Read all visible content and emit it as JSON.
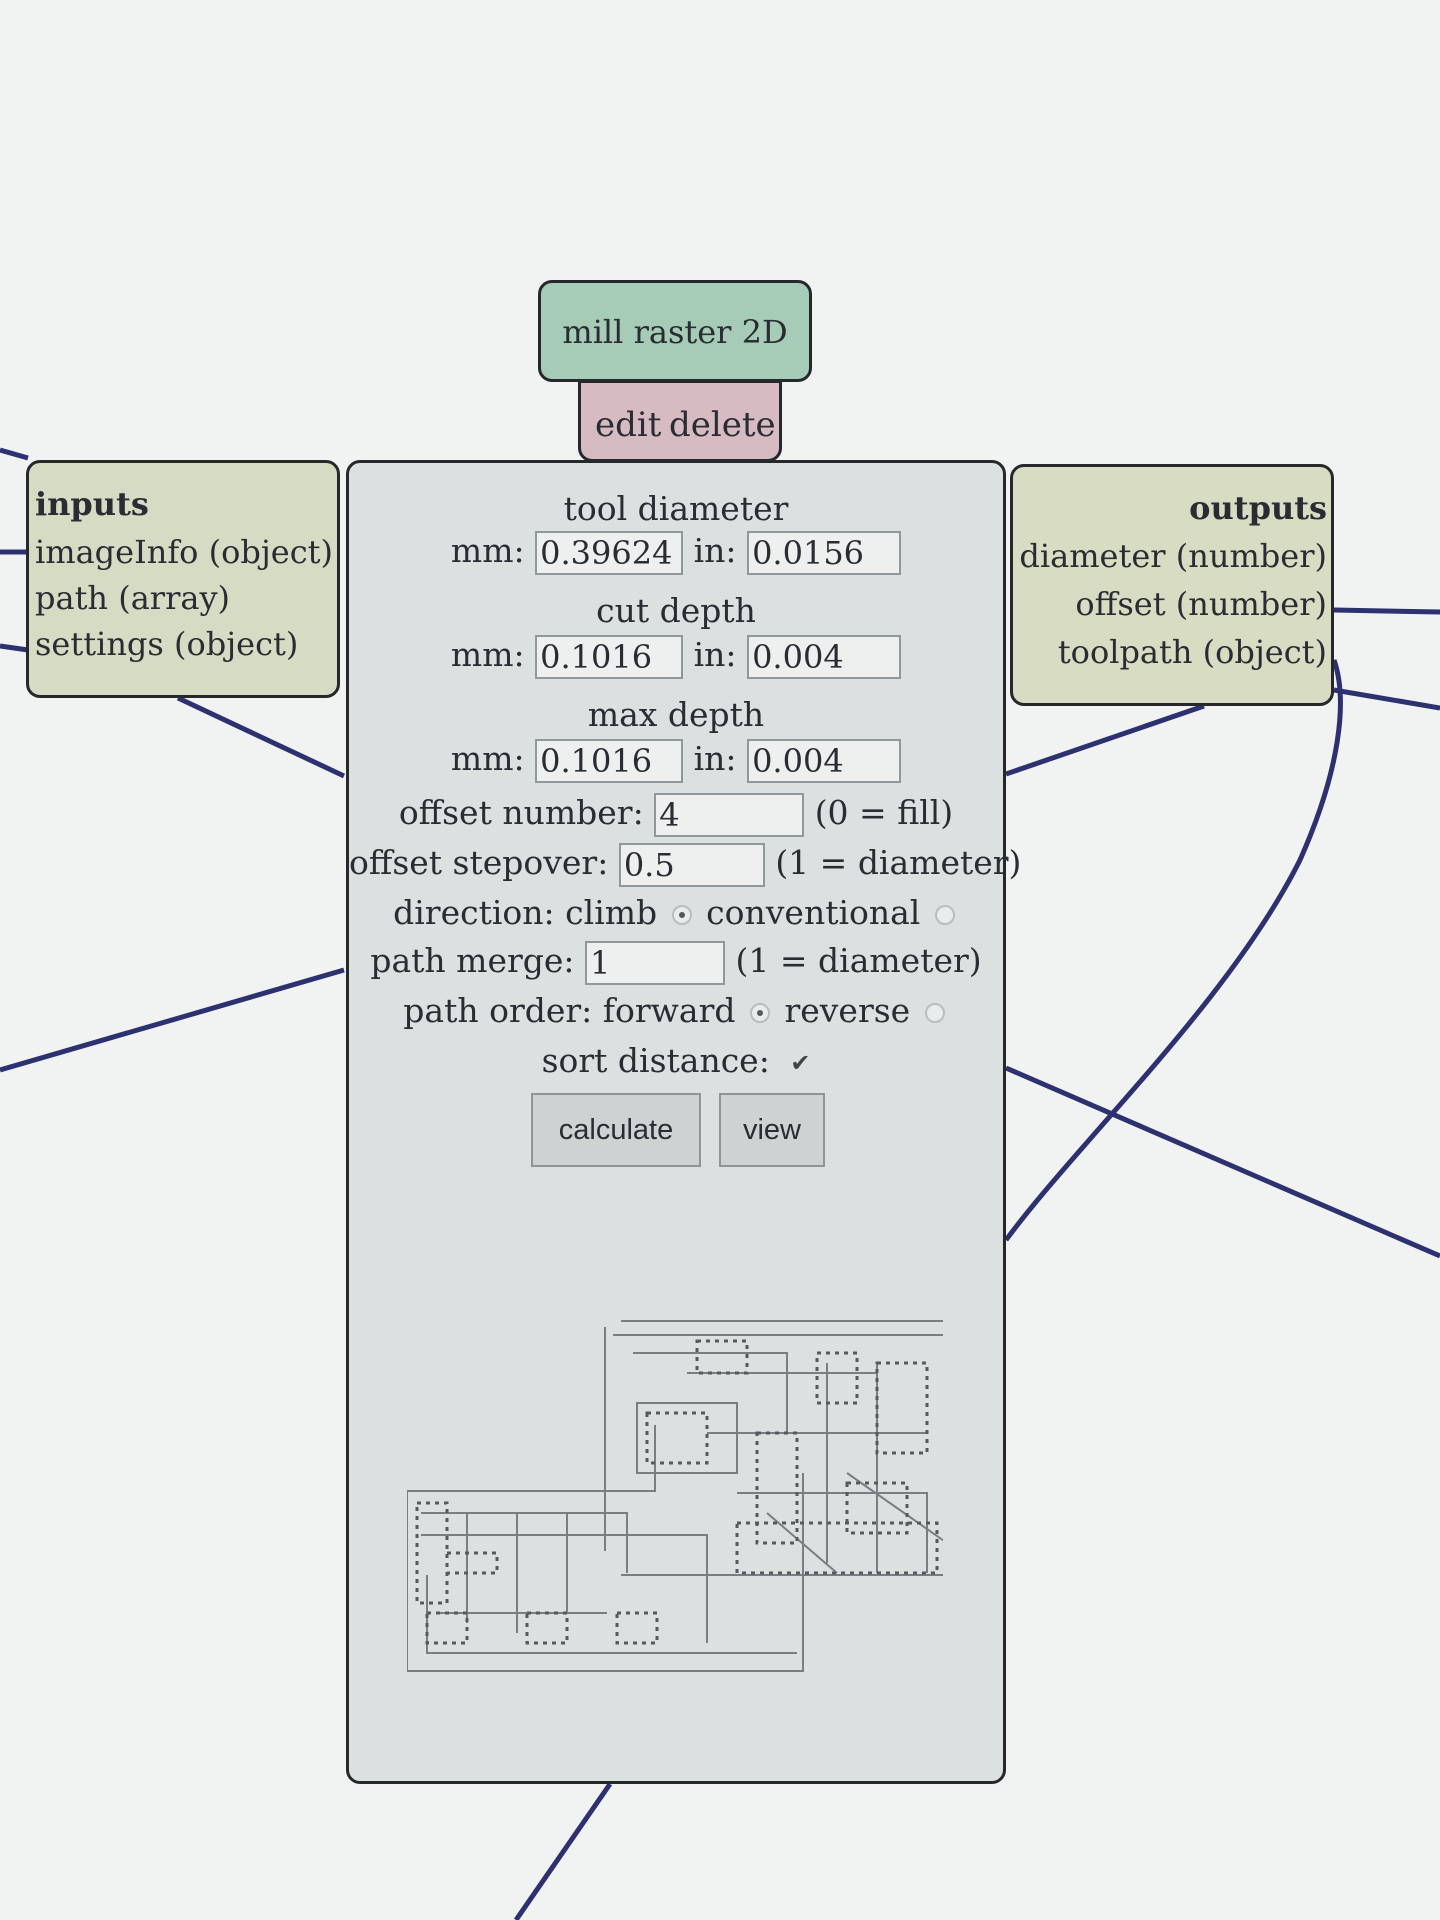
{
  "node": {
    "title": "mill raster 2D",
    "edit_label": "edit",
    "delete_label": "delete"
  },
  "inputs": {
    "header": "inputs",
    "ports": [
      "imageInfo (object)",
      "path (array)",
      "settings (object)"
    ]
  },
  "outputs": {
    "header": "outputs",
    "ports": [
      "diameter (number)",
      "offset (number)",
      "toolpath (object)"
    ]
  },
  "controls": {
    "tool_diameter": {
      "label": "tool diameter",
      "mm_label": "mm:",
      "mm_value": "0.39624",
      "in_label": "in:",
      "in_value": "0.0156"
    },
    "cut_depth": {
      "label": "cut depth",
      "mm_label": "mm:",
      "mm_value": "0.1016",
      "in_label": "in:",
      "in_value": "0.004"
    },
    "max_depth": {
      "label": "max depth",
      "mm_label": "mm:",
      "mm_value": "0.1016",
      "in_label": "in:",
      "in_value": "0.004"
    },
    "offset_number": {
      "label": "offset number:",
      "value": "4",
      "note": "(0 = fill)"
    },
    "offset_stepover": {
      "label": "offset stepover:",
      "value": "0.5",
      "note": "(1 = diameter)"
    },
    "direction": {
      "label": "direction:",
      "options": [
        "climb",
        "conventional"
      ],
      "selected": "climb"
    },
    "path_merge": {
      "label": "path merge:",
      "value": "1",
      "note": "(1 = diameter)"
    },
    "path_order": {
      "label": "path order:",
      "options": [
        "forward",
        "reverse"
      ],
      "selected": "forward"
    },
    "sort_distance": {
      "label": "sort distance:",
      "checked": true
    },
    "calculate_label": "calculate",
    "view_label": "view"
  },
  "colors": {
    "wire": "#2d3170",
    "title_node": "#a6cbb6",
    "edit_node": "#d6bcc2",
    "io_panel": "#d6dcc3",
    "controls_panel": "#dbe1e1"
  }
}
